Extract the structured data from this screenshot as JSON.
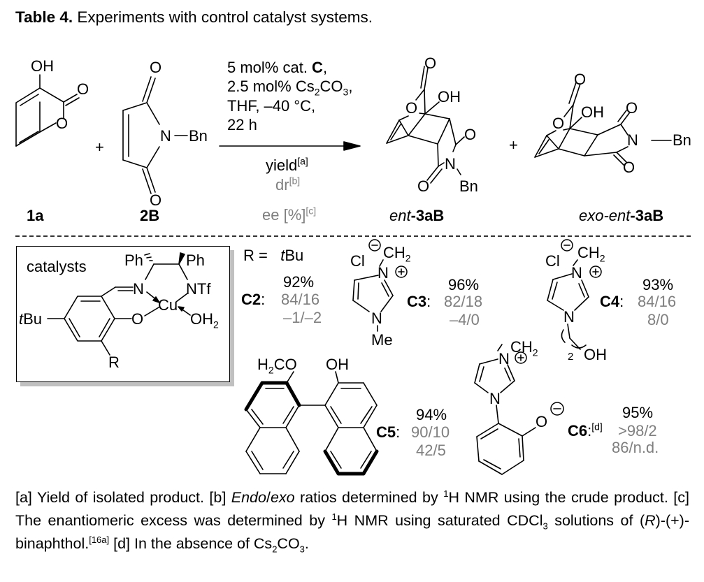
{
  "caption": {
    "label": "Table 4.",
    "text": " Experiments with control catalyst systems."
  },
  "reaction": {
    "reactant1": {
      "label": "1a",
      "atoms": {
        "oh": "OH",
        "o_carbonyl": "O",
        "o_ring": "O"
      }
    },
    "plus1": "+",
    "reactant2": {
      "label": "2B",
      "atoms": {
        "o_top": "O",
        "o_bottom": "O",
        "n": "N",
        "bn": "Bn"
      }
    },
    "conditions": {
      "line1_pre": "5 mol% cat. ",
      "line1_bold": "C",
      "line1_post": ",",
      "line2_pre": "2.5 mol% Cs",
      "line2_sub1": "2",
      "line2_mid": "CO",
      "line2_sub2": "3",
      "line2_post": ",",
      "line3": "THF, –40 °C,",
      "line4": "22 h",
      "legend_yield": "yield",
      "legend_yield_ref": "[a]",
      "legend_dr": "dr",
      "legend_dr_ref": "[b]",
      "legend_ee": "ee [%]",
      "legend_ee_ref": "[c]"
    },
    "product1": {
      "label_italic": "ent",
      "label_bold": "-3aB",
      "atoms": {
        "o_top": "O",
        "o_ring": "O",
        "oh": "OH",
        "o_right": "O",
        "n": "N",
        "o_bottom": "O",
        "bn": "Bn"
      }
    },
    "plus2": "+",
    "product2": {
      "label_italic": "exo-ent",
      "label_bold": "-3aB",
      "atoms": {
        "o_top": "O",
        "o_ring": "O",
        "oh": "OH",
        "o_right_top": "O",
        "n": "N",
        "bn": "Bn",
        "o_right_bottom": "O"
      }
    }
  },
  "catalyst_box": {
    "title": "catalysts",
    "atoms": {
      "ph1": "Ph",
      "ph2": "Ph",
      "n": "N",
      "ntf": "NTf",
      "cu": "Cu",
      "o": "O",
      "oh2": "OH",
      "oh2_sub": "2",
      "tbu_t": "t",
      "tbu": "Bu",
      "r": "R"
    }
  },
  "catalysts": [
    {
      "id": "C2",
      "label": "C2",
      "suffix": ":",
      "r_group_prefix": "R =",
      "r_group_t": "t",
      "r_group": "Bu",
      "yield": "92%",
      "dr": "84/16",
      "ee": "–1/–2"
    },
    {
      "id": "C3",
      "label": "C3",
      "suffix": ":",
      "yield": "96%",
      "dr": "82/18",
      "ee": "–4/0",
      "atoms": {
        "cl": "Cl",
        "ch2": "CH",
        "ch2_sub": "2",
        "n_plus": "N",
        "n": "N",
        "me": "Me"
      }
    },
    {
      "id": "C4",
      "label": "C4",
      "suffix": ":",
      "yield": "93%",
      "dr": "84/16",
      "ee": "8/0",
      "atoms": {
        "cl": "Cl",
        "ch2": "CH",
        "ch2_sub": "2",
        "n_plus": "N",
        "n": "N",
        "repeat": "2",
        "oh": "OH"
      }
    },
    {
      "id": "C5",
      "label": "C5",
      "suffix": ":",
      "yield": "94%",
      "dr": "90/10",
      "ee": "42/5",
      "atoms": {
        "h2co_h": "H",
        "h2co_sub": "2",
        "h2co_co": "CO",
        "oh": "OH"
      }
    },
    {
      "id": "C6",
      "label": "C6",
      "suffix": ":",
      "ref": "[d]",
      "yield": "95%",
      "dr": ">98/2",
      "ee": "86/n.d.",
      "atoms": {
        "ch2": "CH",
        "ch2_sub": "2",
        "n_plus": "N",
        "n": "N",
        "o_minus": "O"
      }
    }
  ],
  "footnotes": {
    "a": "[a] Yield of isolated product. ",
    "b_pre": "[b] ",
    "b_italic1": "Endo",
    "b_slash": "/",
    "b_italic2": "exo",
    "b_post": " ratios determined by ",
    "b_sup": "1",
    "b_end": "H NMR using the crude product. ",
    "c_pre": "[c] The enantiomeric excess was determined by ",
    "c_sup": "1",
    "c_mid": "H NMR using saturated CDCl",
    "c_sub": "3",
    "c_mid2": " solutions of (",
    "c_italic": "R",
    "c_end": ")-(+)-binaphthol.",
    "c_ref": "[16a]",
    "d_pre": "  [d] In the absence of Cs",
    "d_sub1": "2",
    "d_mid": "CO",
    "d_sub2": "3",
    "d_end": "."
  }
}
